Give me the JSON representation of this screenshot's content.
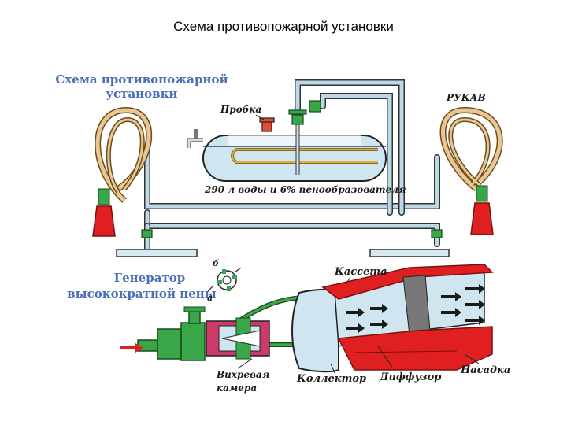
{
  "slide_title": "Схема противопожарной установки",
  "top_section": {
    "title_line1": "Схема противопожарной",
    "title_line2": "установки",
    "plug_label": "Пробка",
    "hose_label": "РУКАВ",
    "tank_label": "290 л воды и 6% пенообразователя"
  },
  "generator_section": {
    "title_line1": "Генератор",
    "title_line2": "высокократной пены",
    "letter_b": "б",
    "letter_a": "а",
    "cassette_label": "Кассета",
    "vortex_label_line1": "Вихревая",
    "vortex_label_line2": "камера",
    "collector_label": "Коллектор",
    "diffuser_label": "Диффузор",
    "nozzle_label": "Насадка"
  },
  "colors": {
    "water_blue": "#cfe6f0",
    "pipe_blue": "#bcd8e6",
    "red_part": "#e02020",
    "green_part": "#3aa64a",
    "hose_tan": "#e8c890",
    "label_blue": "#4a6fb5"
  }
}
